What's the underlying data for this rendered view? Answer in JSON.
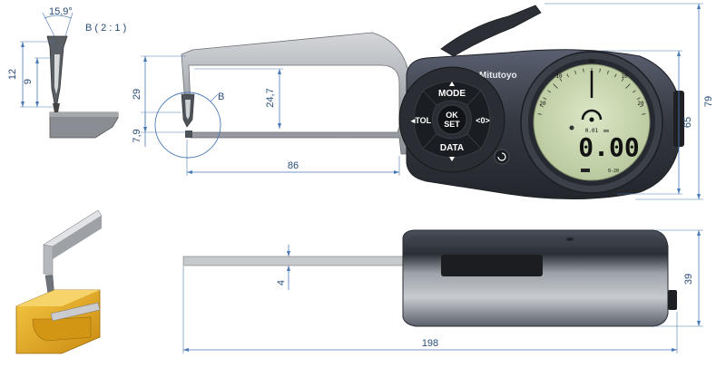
{
  "detail": {
    "label": "B ( 2 : 1 )",
    "angle": "15,9°",
    "dim_12": "12",
    "dim_9": "9"
  },
  "front": {
    "dim_29": "29",
    "dim_24_7": "24,7",
    "dim_7_9": "7,9",
    "dim_86": "86",
    "dim_79": "79",
    "dim_65": "65",
    "circle_label": "B"
  },
  "device": {
    "brand": "Mitutoyo",
    "buttons": {
      "mode": "MODE",
      "tol": "◂TOL",
      "ok": "OK",
      "set": "SET",
      "zero": "<0>",
      "data": "DATA"
    },
    "display": {
      "reading": "0.00",
      "unit": "mm",
      "range": "0-20",
      "resolution": "0.01",
      "scale_top": "00",
      "scale_left": "10",
      "scale_right": "10",
      "scale_left2": "20",
      "scale_right2": "20"
    }
  },
  "side": {
    "dim_4": "4",
    "dim_39": "39",
    "dim_198": "198"
  },
  "colors": {
    "dimension": "#4a7ab5",
    "body": "#3a3f48",
    "lcd": "#c9d8b0",
    "workpiece": "#e8a820"
  }
}
